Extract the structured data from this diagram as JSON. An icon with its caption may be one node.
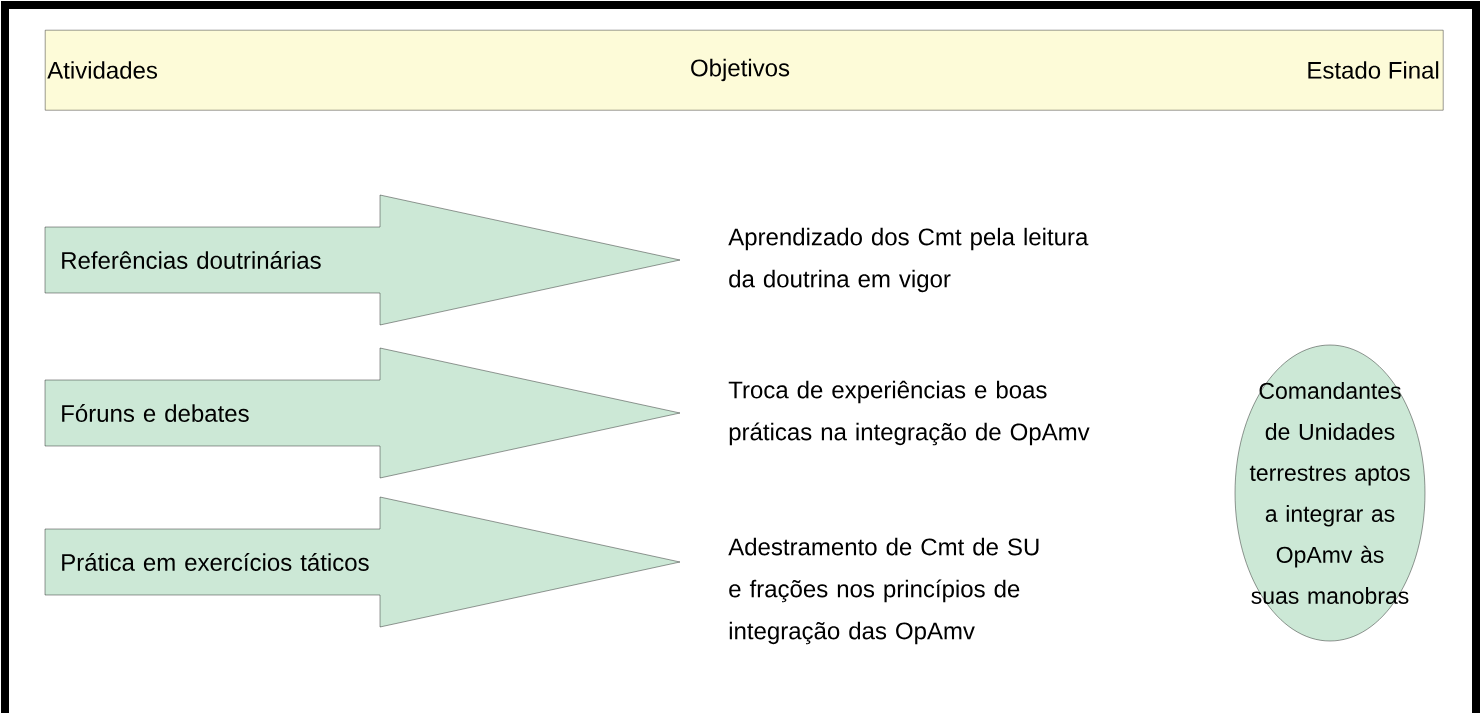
{
  "diagram": {
    "nodes": [
      {
        "text": [
          "Atividades",
          "Objetivos",
          "Estado Final"
        ]
      },
      {
        "text": [
          "Referências doutrinárias"
        ]
      },
      {
        "text": [
          "Fóruns e debates"
        ]
      },
      {
        "text": [
          "Prática em exercícios táticos"
        ]
      },
      {
        "text": [
          "Comandantes de Unidades terrestres aptos a integrar as OpAmv às suas manobras"
        ]
      }
    ],
    "labels": [
      "Aprendizado dos Cmt pela leitura da doutrina em vigor",
      "Troca de experiências e boas práticas na integração de OpAmv",
      "Adestramento de Cmt de SU e frações nos princípios de integração das OpAmv"
    ]
  }
}
